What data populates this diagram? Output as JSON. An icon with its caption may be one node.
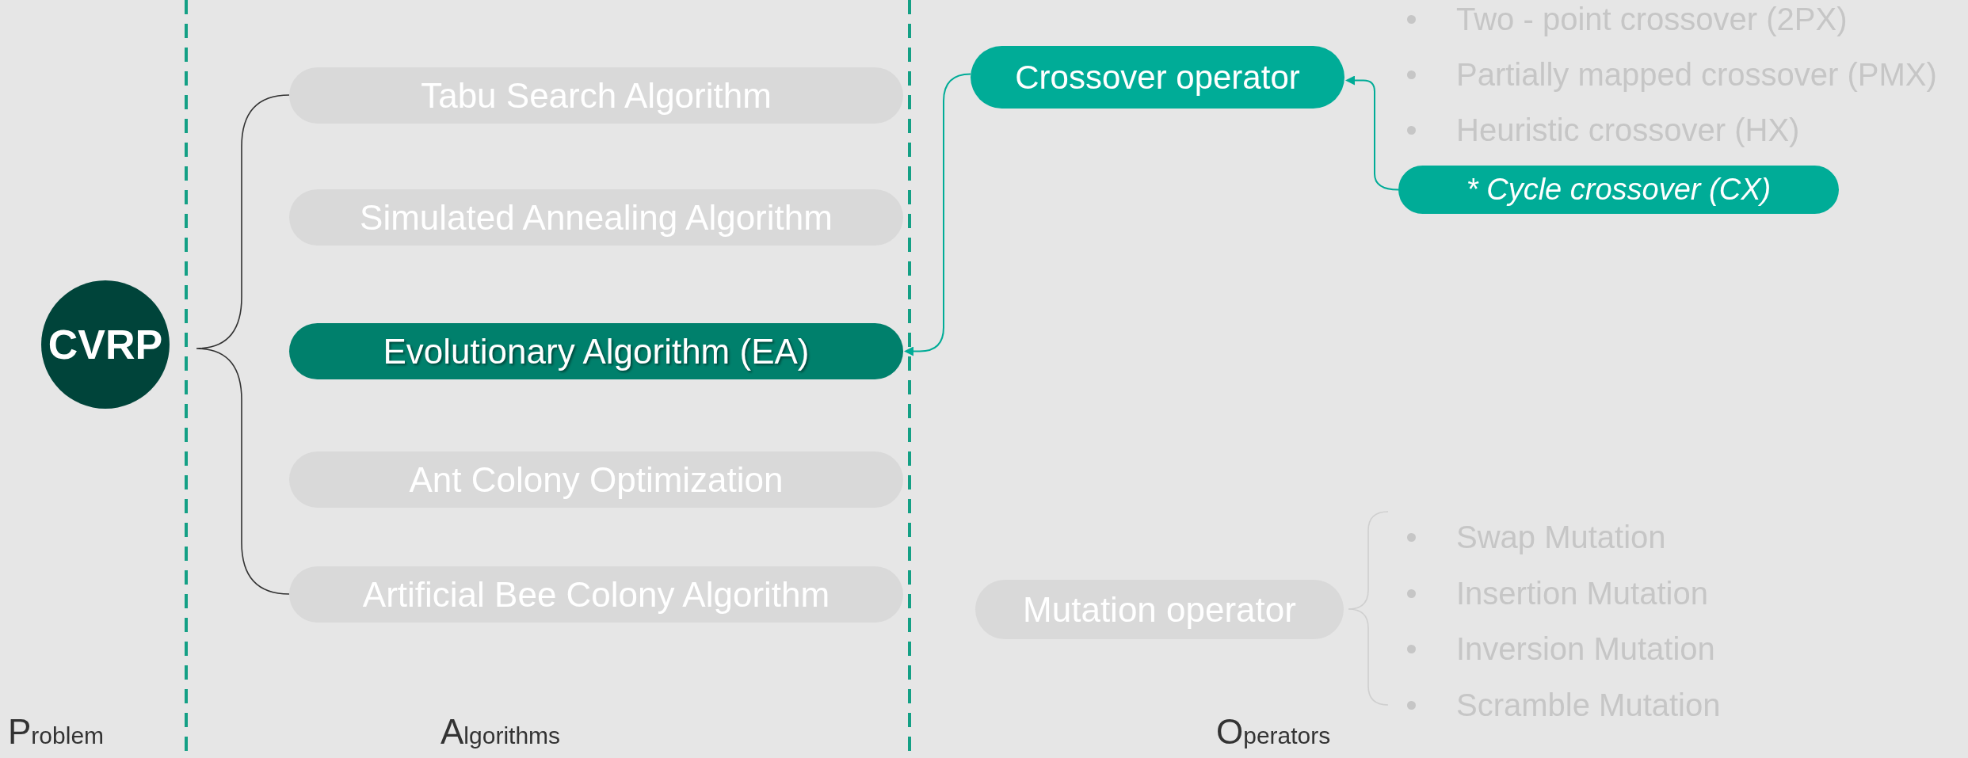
{
  "diagram": {
    "nodes": [
      {
        "text": [
          "CVRP"
        ]
      },
      {
        "text": [
          "Tabu Search Algorithm"
        ]
      },
      {
        "text": [
          "Simulated Annealing Algorithm"
        ]
      },
      {
        "text": [
          "Evolutionary Algorithm (EA)"
        ]
      },
      {
        "text": [
          "Ant Colony Optimization"
        ]
      },
      {
        "text": [
          "Artificial Bee Colony Algorithm"
        ]
      },
      {
        "text": [
          "Crossover operator"
        ]
      },
      {
        "text": [
          "* Cycle crossover (CX)"
        ]
      },
      {
        "text": [
          "Mutation operator"
        ]
      }
    ],
    "edges": [
      {
        "from": 6,
        "to": 3,
        "arrow": "to"
      },
      {
        "from": 7,
        "to": 6,
        "arrow": "to"
      }
    ],
    "labels": [
      "Two - point crossover (2PX)",
      "Partially mapped crossover (PMX)",
      "Heuristic crossover (HX)",
      "Swap Mutation",
      "Insertion Mutation",
      "Inversion Mutation",
      "Scramble Mutation",
      "Problem",
      "Algorithms",
      "Operators"
    ]
  }
}
